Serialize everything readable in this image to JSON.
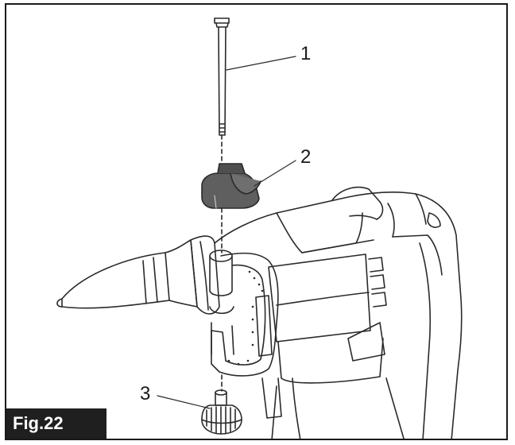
{
  "figure": {
    "label": "Fig.22",
    "callouts": [
      {
        "number": "1"
      },
      {
        "number": "2"
      },
      {
        "number": "3"
      }
    ]
  },
  "colors": {
    "line": "#2a2a2a",
    "part_fill": "#5f5f5f",
    "label_background": "#1f1f1f",
    "label_text": "#ffffff"
  }
}
